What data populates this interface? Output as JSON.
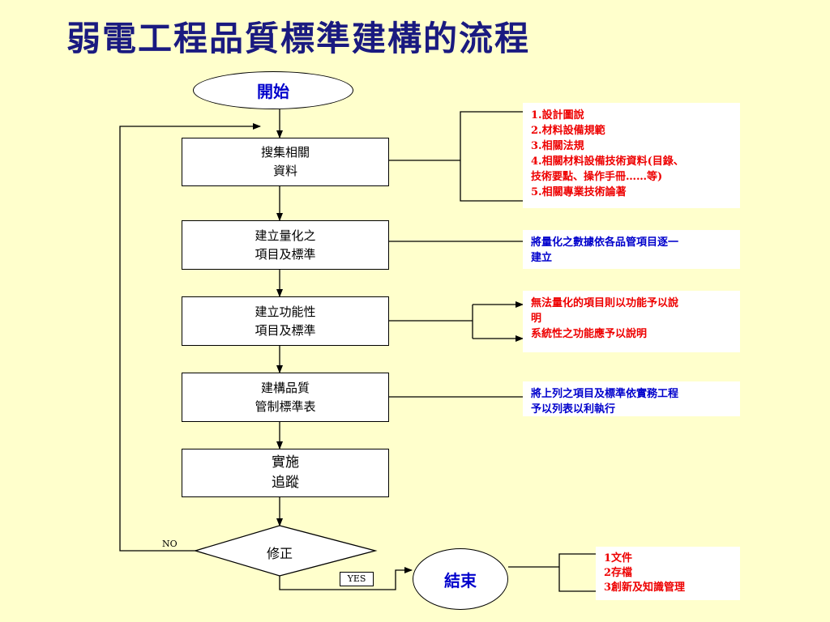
{
  "title": "弱電工程品質標準建構的流程",
  "start_label": "開始",
  "end_label": "結束",
  "steps": [
    {
      "line1": "搜集相關",
      "line2": "資料"
    },
    {
      "line1": "建立量化之",
      "line2": "項目及標準"
    },
    {
      "line1": "建立功能性",
      "line2": "項目及標準"
    },
    {
      "line1": "建構品質",
      "line2": "管制標準表"
    },
    {
      "line1": "實施",
      "line2": "追蹤"
    }
  ],
  "decision_label": "修正",
  "no_label": "NO",
  "yes_label": "YES",
  "notes": {
    "collect": [
      "1.設計圖說",
      "2.材料設備規範",
      "3.相關法規",
      "4.相關材料設備技術資料(目錄、",
      "技術要點、操作手冊……等)",
      "5.相關專業技術論著"
    ],
    "quant": [
      "將量化之數據依各品管項目逐一",
      "建立"
    ],
    "func": [
      "無法量化的項目則以功能予以說",
      "明",
      "系統性之功能應予以說明"
    ],
    "table": [
      "將上列之項目及標準依實務工程",
      "予以列表以利執行"
    ],
    "end": [
      "1文件",
      "2存檔",
      "3創新及知識管理"
    ]
  },
  "colors": {
    "background": "#ffffcc",
    "title": "#1a1a80",
    "red_text": "#ee0000",
    "blue_text": "#0000cc"
  }
}
